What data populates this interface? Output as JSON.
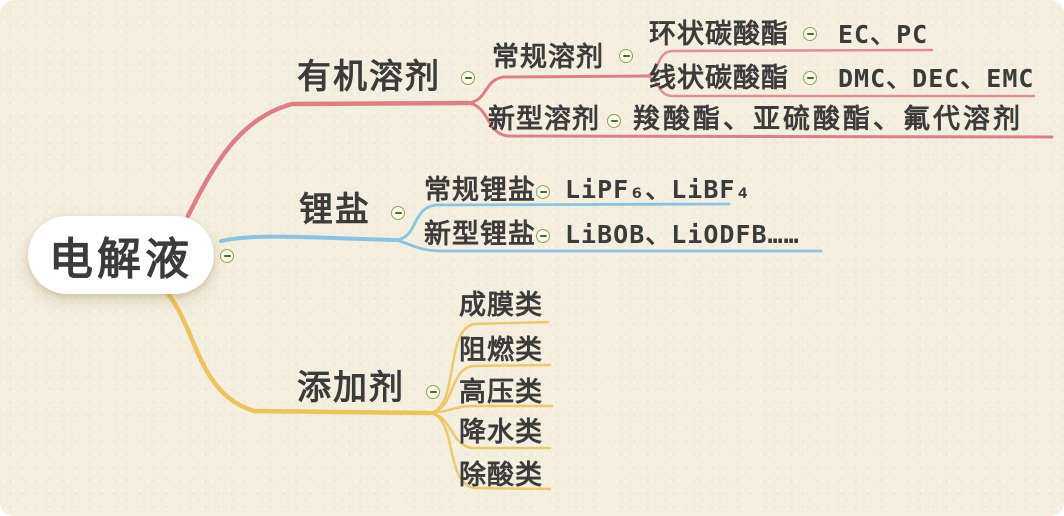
{
  "colors": {
    "background": "#f4eede",
    "text": "#3b3b3b",
    "branch_red": "#dd7f86",
    "branch_blue": "#8cc3e2",
    "branch_yellow": "#ecc45e",
    "node_bg": "#ffffff",
    "collapse_border": "#93a351",
    "collapse_fill": "#fafaec",
    "collapse_minus": "#4a6e32"
  },
  "icons": {
    "collapse": "minus-circle"
  },
  "root": {
    "label": "电解液"
  },
  "branches": [
    {
      "label": "有机溶剂",
      "children": [
        {
          "label": "常规溶剂",
          "children": [
            {
              "label": "环状碳酸酯",
              "value": "EC、PC"
            },
            {
              "label": "线状碳酸酯",
              "value": "DMC、DEC、EMC"
            }
          ]
        },
        {
          "label": "新型溶剂",
          "value": "羧酸酯、亚硫酸酯、氟代溶剂"
        }
      ]
    },
    {
      "label": "锂盐",
      "children": [
        {
          "label": "常规锂盐",
          "value": "LiPF₆、LiBF₄"
        },
        {
          "label": "新型锂盐",
          "value": "LiBOB、LiODFB……"
        }
      ]
    },
    {
      "label": "添加剂",
      "children": [
        {
          "label": "成膜类"
        },
        {
          "label": "阻燃类"
        },
        {
          "label": "高压类"
        },
        {
          "label": "降水类"
        },
        {
          "label": "除酸类"
        }
      ]
    }
  ]
}
